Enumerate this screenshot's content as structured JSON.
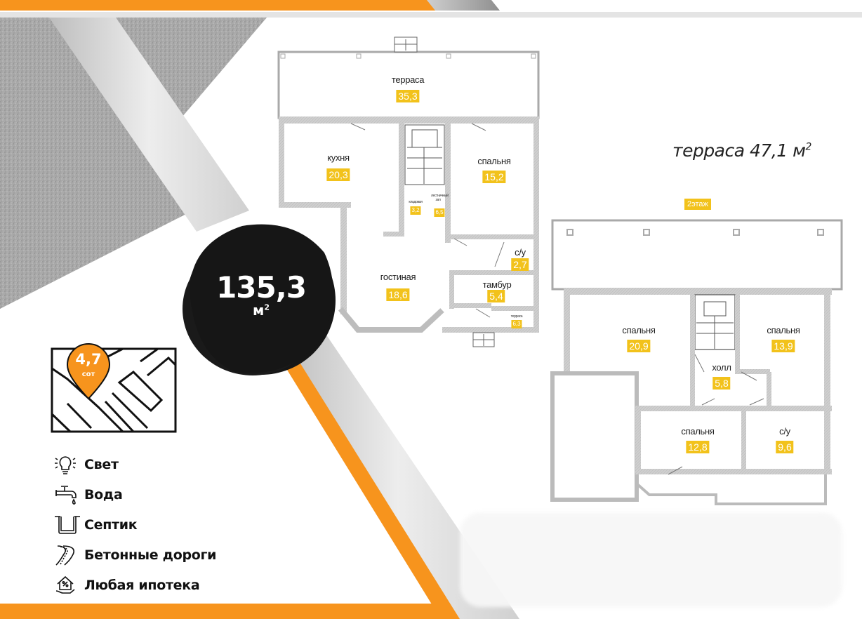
{
  "colors": {
    "accent_orange": "#F7941D",
    "area_badge_yellow": "#F2C21B",
    "wall_gray": "#CFCFCF",
    "dark_blob": "#1A1A1A",
    "concrete_gray": "#A8A8A8"
  },
  "total_area": {
    "value": "135,3",
    "unit": "м",
    "unit_power": "2"
  },
  "plot": {
    "value": "4,7",
    "unit": "сот",
    "icon": "map-pin-icon"
  },
  "features": [
    {
      "icon": "lightbulb-icon",
      "label": "Свет"
    },
    {
      "icon": "water-tap-icon",
      "label": "Вода"
    },
    {
      "icon": "septic-tank-icon",
      "label": "Септик"
    },
    {
      "icon": "road-icon",
      "label": "Бетонные дороги"
    },
    {
      "icon": "house-percent-icon",
      "label": "Любая ипотека"
    }
  ],
  "second_floor_terrace": {
    "label": "терраса 47,1 м",
    "power": "2"
  },
  "floor1": {
    "rooms": [
      {
        "name": "терраса",
        "area": "35,3"
      },
      {
        "name": "кухня",
        "area": "20,3"
      },
      {
        "name": "спальня",
        "area": "15,2"
      },
      {
        "name": "кладовая",
        "area": "3,2"
      },
      {
        "name": "лестничный зал",
        "area": "6,5"
      },
      {
        "name": "гостиная",
        "area": "18,6"
      },
      {
        "name": "с/у",
        "area": "2,7"
      },
      {
        "name": "тамбур",
        "area": "5,4"
      },
      {
        "name": "терраса",
        "area": "6,3"
      }
    ]
  },
  "floor2": {
    "tag": "2этаж",
    "rooms": [
      {
        "name": "спальня",
        "area": "20,9"
      },
      {
        "name": "спальня",
        "area": "13,9"
      },
      {
        "name": "холл",
        "area": "5,8"
      },
      {
        "name": "спальня",
        "area": "12,8"
      },
      {
        "name": "с/у",
        "area": "9,6"
      }
    ]
  }
}
